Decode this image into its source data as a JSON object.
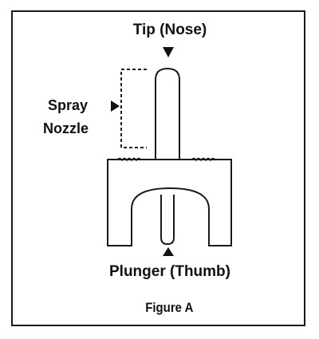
{
  "labels": {
    "tip": "Tip (Nose)",
    "spray": "Spray",
    "nozzle": "Nozzle",
    "plunger": "Plunger (Thumb)",
    "figure": "Figure A"
  },
  "colors": {
    "outline": "#1a1a1a",
    "device_fill": "#ffffff",
    "text": "#111111"
  }
}
